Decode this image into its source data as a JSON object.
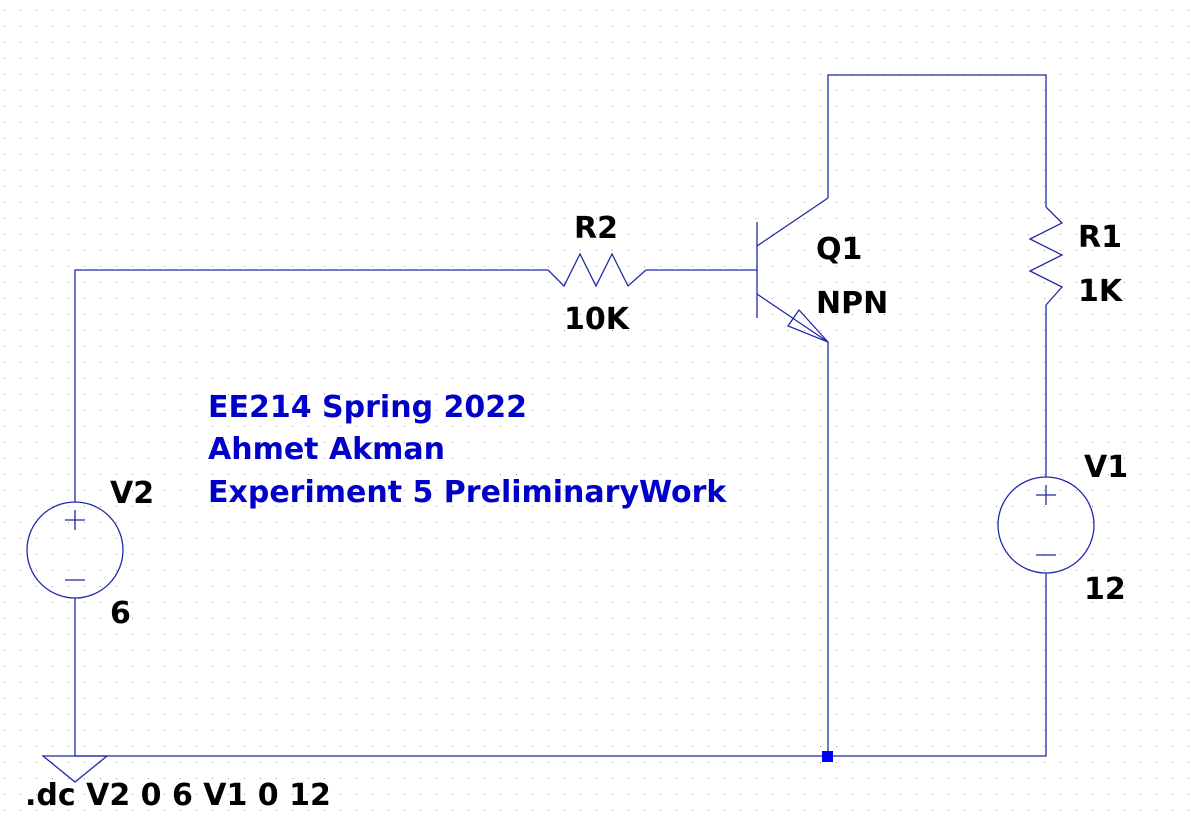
{
  "colors": {
    "wire": "#1e2ba8",
    "label": "#000000",
    "comment": "#0000c8",
    "grid_dot": "#9a9a9a",
    "junction": "#0000ff",
    "background": "#ffffff"
  },
  "components": {
    "r2": {
      "name": "R2",
      "value": "10K"
    },
    "r1": {
      "name": "R1",
      "value": "1K"
    },
    "q1": {
      "name": "Q1",
      "model": "NPN"
    },
    "v2": {
      "name": "V2",
      "value": "6"
    },
    "v1": {
      "name": "V1",
      "value": "12"
    }
  },
  "comment": {
    "line1": "EE214 Spring 2022",
    "line2": "Ahmet Akman",
    "line3": "Experiment 5 PreliminaryWork"
  },
  "directive": ".dc V2 0 6  V1 0 12"
}
